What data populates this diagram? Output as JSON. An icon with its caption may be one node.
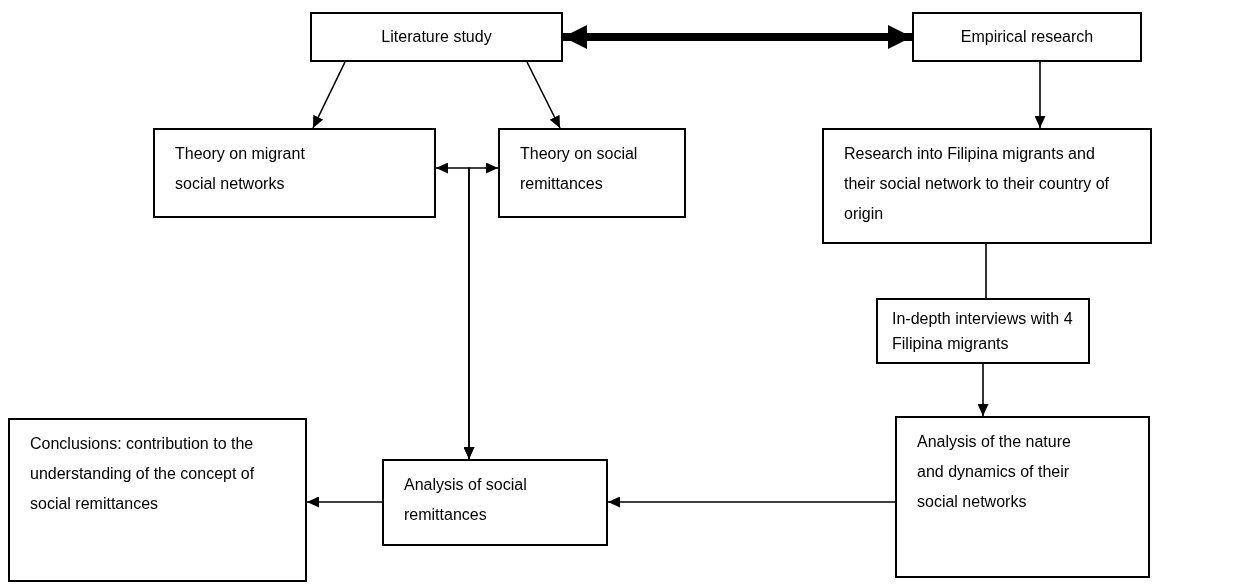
{
  "diagram": {
    "nodes": [
      {
        "text": [
          "Literature study"
        ]
      },
      {
        "text": [
          "Empirical research"
        ]
      },
      {
        "text": [
          "Theory on migrant social networks"
        ]
      },
      {
        "text": [
          "Theory on social remittances"
        ]
      },
      {
        "text": [
          "Research into Filipina migrants and their social network to their country of origin"
        ]
      },
      {
        "text": [
          "In-depth interviews with 4 Filipina migrants"
        ]
      },
      {
        "text": [
          "Analysis of the nature and dynamics of their social networks"
        ]
      },
      {
        "text": [
          "Analysis of social remittances"
        ]
      },
      {
        "text": [
          "Conclusions: contribution to the understanding of the concept of social remittances"
        ]
      }
    ],
    "edges": [
      {
        "from": 0,
        "to": 1,
        "arrow": "both",
        "style": "thick"
      },
      {
        "from": 0,
        "to": 2,
        "arrow": "to"
      },
      {
        "from": 0,
        "to": 3,
        "arrow": "to"
      },
      {
        "from": 2,
        "to": 7,
        "arrow": "both"
      },
      {
        "from": 3,
        "to": 7,
        "arrow": "both"
      },
      {
        "from": 1,
        "to": 4,
        "arrow": "to"
      },
      {
        "from": 4,
        "to": 5,
        "arrow": "none"
      },
      {
        "from": 5,
        "to": 6,
        "arrow": "to"
      },
      {
        "from": 6,
        "to": 7,
        "arrow": "to"
      },
      {
        "from": 7,
        "to": 8,
        "arrow": "to"
      }
    ]
  }
}
